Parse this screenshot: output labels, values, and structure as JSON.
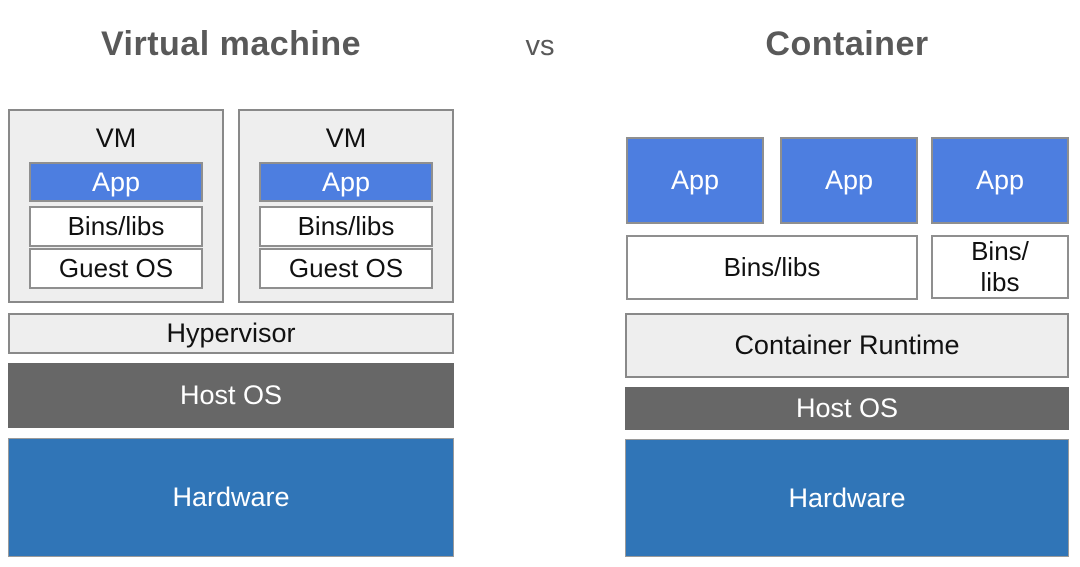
{
  "header": {
    "title_left": "Virtual machine",
    "vs_label": "vs",
    "title_right": "Container"
  },
  "colors": {
    "app_blue": "#4d7ee0",
    "hardware_blue": "#3075b7",
    "host_os_gray": "#676767",
    "panel_light_gray": "#eeeeee",
    "border_gray": "#898989",
    "title_text_gray": "#595959",
    "body_text": "#111111",
    "light_text": "#ffffff"
  },
  "vm_stack": {
    "vms": [
      {
        "label": "VM",
        "app": "App",
        "bins": "Bins/libs",
        "guest_os": "Guest OS"
      },
      {
        "label": "VM",
        "app": "App",
        "bins": "Bins/libs",
        "guest_os": "Guest OS"
      }
    ],
    "hypervisor": "Hypervisor",
    "host_os": "Host OS",
    "hardware": "Hardware"
  },
  "container_stack": {
    "apps": [
      "App",
      "App",
      "App"
    ],
    "bins_wide": "Bins/libs",
    "bins_narrow": "Bins/\nlibs",
    "runtime": "Container Runtime",
    "host_os": "Host OS",
    "hardware": "Hardware"
  }
}
